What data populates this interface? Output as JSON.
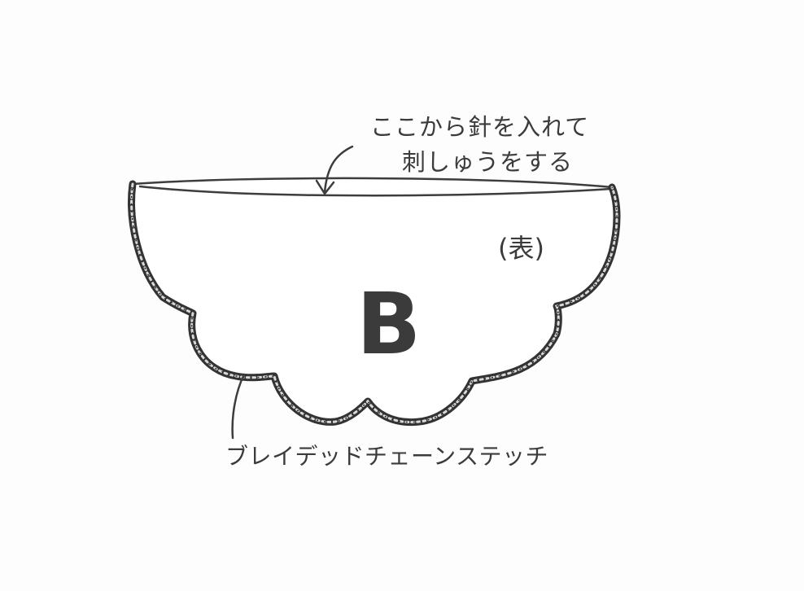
{
  "instruction": {
    "line1": "ここから針を入れて",
    "line2": "刺しゅうをする"
  },
  "side_label": "(表)",
  "piece_label": "B",
  "stitch_label": "ブレイデッドチェーンステッチ"
}
